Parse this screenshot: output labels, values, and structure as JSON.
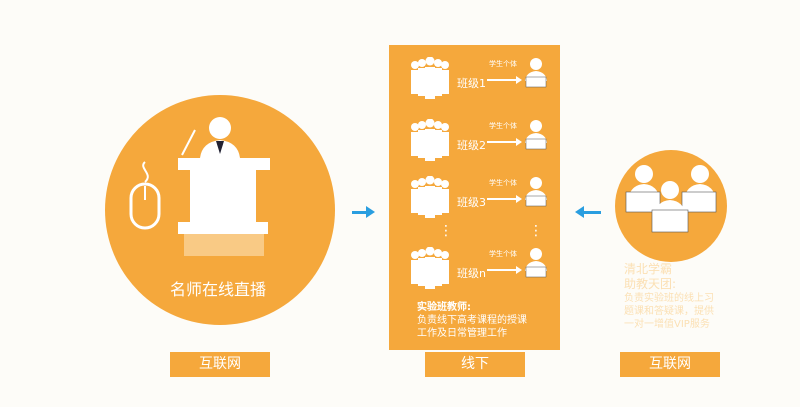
{
  "left": {
    "caption": "名师在线直播",
    "label": "互联网"
  },
  "center": {
    "rows": [
      {
        "class_label": "班级1",
        "student_label": "学生个体"
      },
      {
        "class_label": "班级2",
        "student_label": "学生个体"
      },
      {
        "class_label": "班级3",
        "student_label": "学生个体"
      },
      {
        "class_label": "班级n",
        "student_label": "学生个体"
      }
    ],
    "ellipsis": "⋮",
    "title": "实验班教师:",
    "desc_line1": "负责线下高考课程的授课",
    "desc_line2": "工作及日常管理工作",
    "label": "线下"
  },
  "right": {
    "title_line1": "清北学霸",
    "title_line2": "助教天团:",
    "desc_line1": "负责实验班的线上习",
    "desc_line2": "题课和答疑课，提供",
    "desc_line3": "一对一增值VIP服务",
    "label": "互联网"
  },
  "colors": {
    "orange": "#f5a83c",
    "arrow": "#2a9ee0"
  }
}
